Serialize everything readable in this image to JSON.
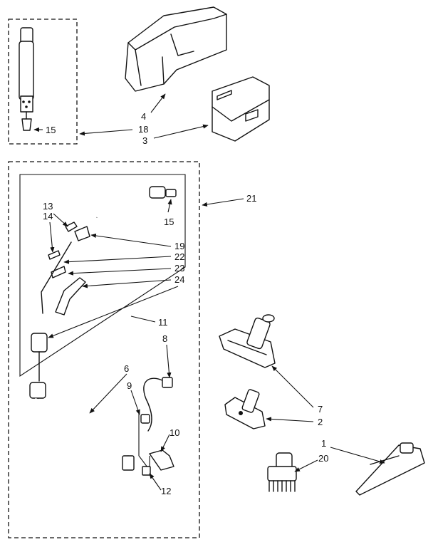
{
  "callouts": {
    "c4": "4",
    "c15a": "15",
    "c18": "18",
    "c3": "3",
    "c21": "21",
    "c13": "13",
    "c14": "14",
    "c15b": "15",
    "c19": "19",
    "c22": "22",
    "c23": "23",
    "c24": "24",
    "c11": "11",
    "c8": "8",
    "c6": "6",
    "c9": "9",
    "c10": "10",
    "c12": "12",
    "c7": "7",
    "c2": "2",
    "c1": "1",
    "c20": "20"
  }
}
